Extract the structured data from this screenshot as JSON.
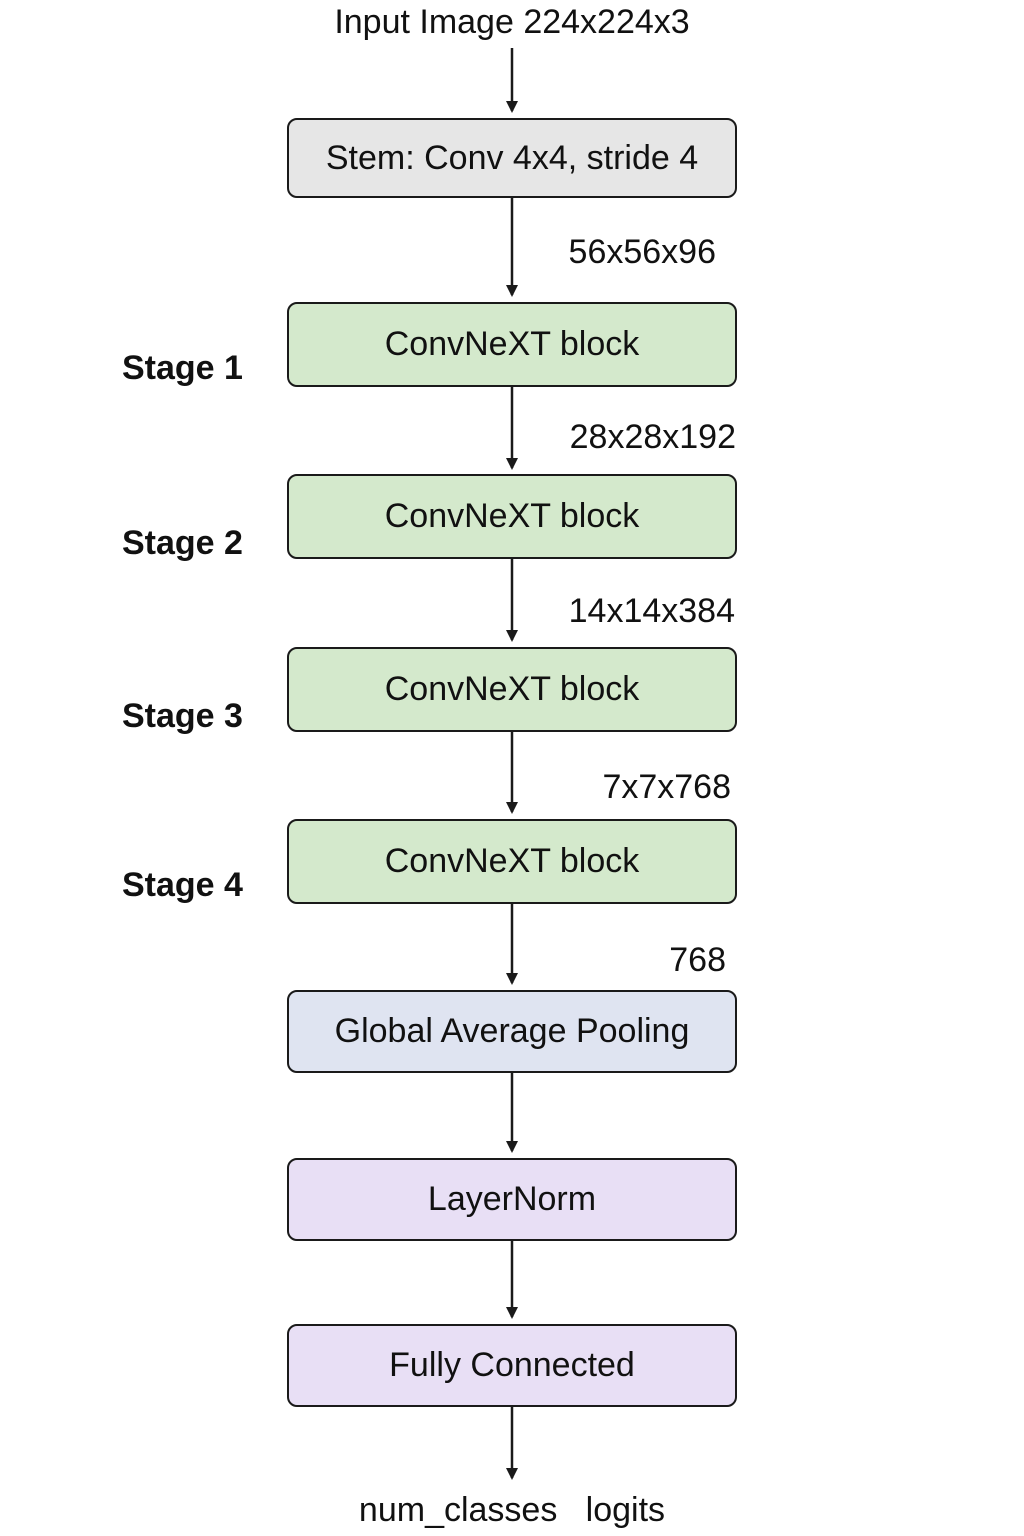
{
  "input_label": "Input Image 224x224x3",
  "output_label": "num_classes   logits",
  "colors": {
    "stem_fill": "#e6e6e6",
    "stage_fill": "#d4e9cc",
    "pool_fill": "#dfe4f1",
    "head_fill": "#e8dff5",
    "line": "#1a1a1a"
  },
  "nodes": [
    {
      "id": "stem",
      "label": "Stem: Conv 4x4, stride 4"
    },
    {
      "id": "stage1",
      "label": "ConvNeXT block"
    },
    {
      "id": "stage2",
      "label": "ConvNeXT block"
    },
    {
      "id": "stage3",
      "label": "ConvNeXT block"
    },
    {
      "id": "stage4",
      "label": "ConvNeXT block"
    },
    {
      "id": "gap",
      "label": "Global Average Pooling"
    },
    {
      "id": "layernorm",
      "label": "LayerNorm"
    },
    {
      "id": "fc",
      "label": "Fully Connected"
    }
  ],
  "stage_labels": [
    "Stage 1",
    "Stage 2",
    "Stage 3",
    "Stage 4"
  ],
  "dimensions": [
    "56x56x96",
    "28x28x192",
    "14x14x384",
    "7x7x768",
    "768"
  ],
  "edges": [
    {
      "from": "input",
      "to": "stem"
    },
    {
      "from": "stem",
      "to": "stage1",
      "dimension": "56x56x96"
    },
    {
      "from": "stage1",
      "to": "stage2",
      "dimension": "28x28x192"
    },
    {
      "from": "stage2",
      "to": "stage3",
      "dimension": "14x14x384"
    },
    {
      "from": "stage3",
      "to": "stage4",
      "dimension": "7x7x768"
    },
    {
      "from": "stage4",
      "to": "gap",
      "dimension": "768"
    },
    {
      "from": "gap",
      "to": "layernorm"
    },
    {
      "from": "layernorm",
      "to": "fc"
    },
    {
      "from": "fc",
      "to": "output"
    }
  ]
}
